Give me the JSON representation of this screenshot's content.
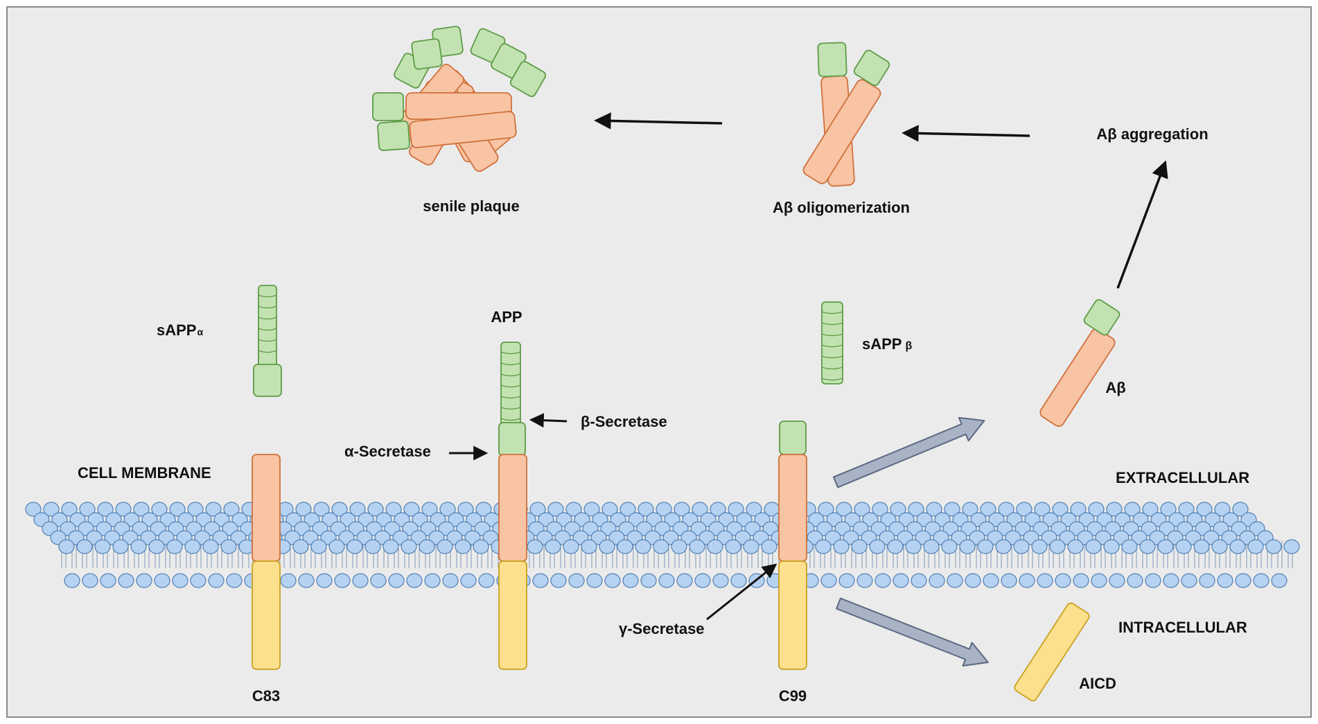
{
  "labels": {
    "senile_plaque": "senile plaque",
    "ab_oligomerization": "Aβ oligomerization",
    "ab_aggregation": "Aβ aggregation",
    "sappa_main": "sAPP",
    "sappa_sub": "α",
    "app": "APP",
    "sappb_main": "sAPP",
    "sappb_sub": "β",
    "ab": "Aβ",
    "beta_secretase": "β-Secretase",
    "alpha_secretase": "α-Secretase",
    "gamma_secretase": "γ-Secretase",
    "cell_membrane": "CELL MEMBRANE",
    "extracellular": "EXTRACELLULAR",
    "intracellular": "INTRACELLULAR",
    "c83": "C83",
    "c99": "C99",
    "aicd": "AICD"
  },
  "colors": {
    "background": "#ebebeb",
    "frame": "#8a8a8a",
    "green_fill": "#c2e3b1",
    "green_stroke": "#5f9a47",
    "orange_fill": "#f8c4a4",
    "orange_stroke": "#d0703a",
    "yellow_fill": "#fde08e",
    "yellow_stroke": "#c9a21f",
    "lipid_fill": "#b6d2f2",
    "lipid_stroke": "#4f7fb3",
    "tail": "#7e98b8",
    "process_arrow_fill": "#a8b4c6",
    "process_arrow_stroke": "#5a6880",
    "arrow": "#111111"
  }
}
